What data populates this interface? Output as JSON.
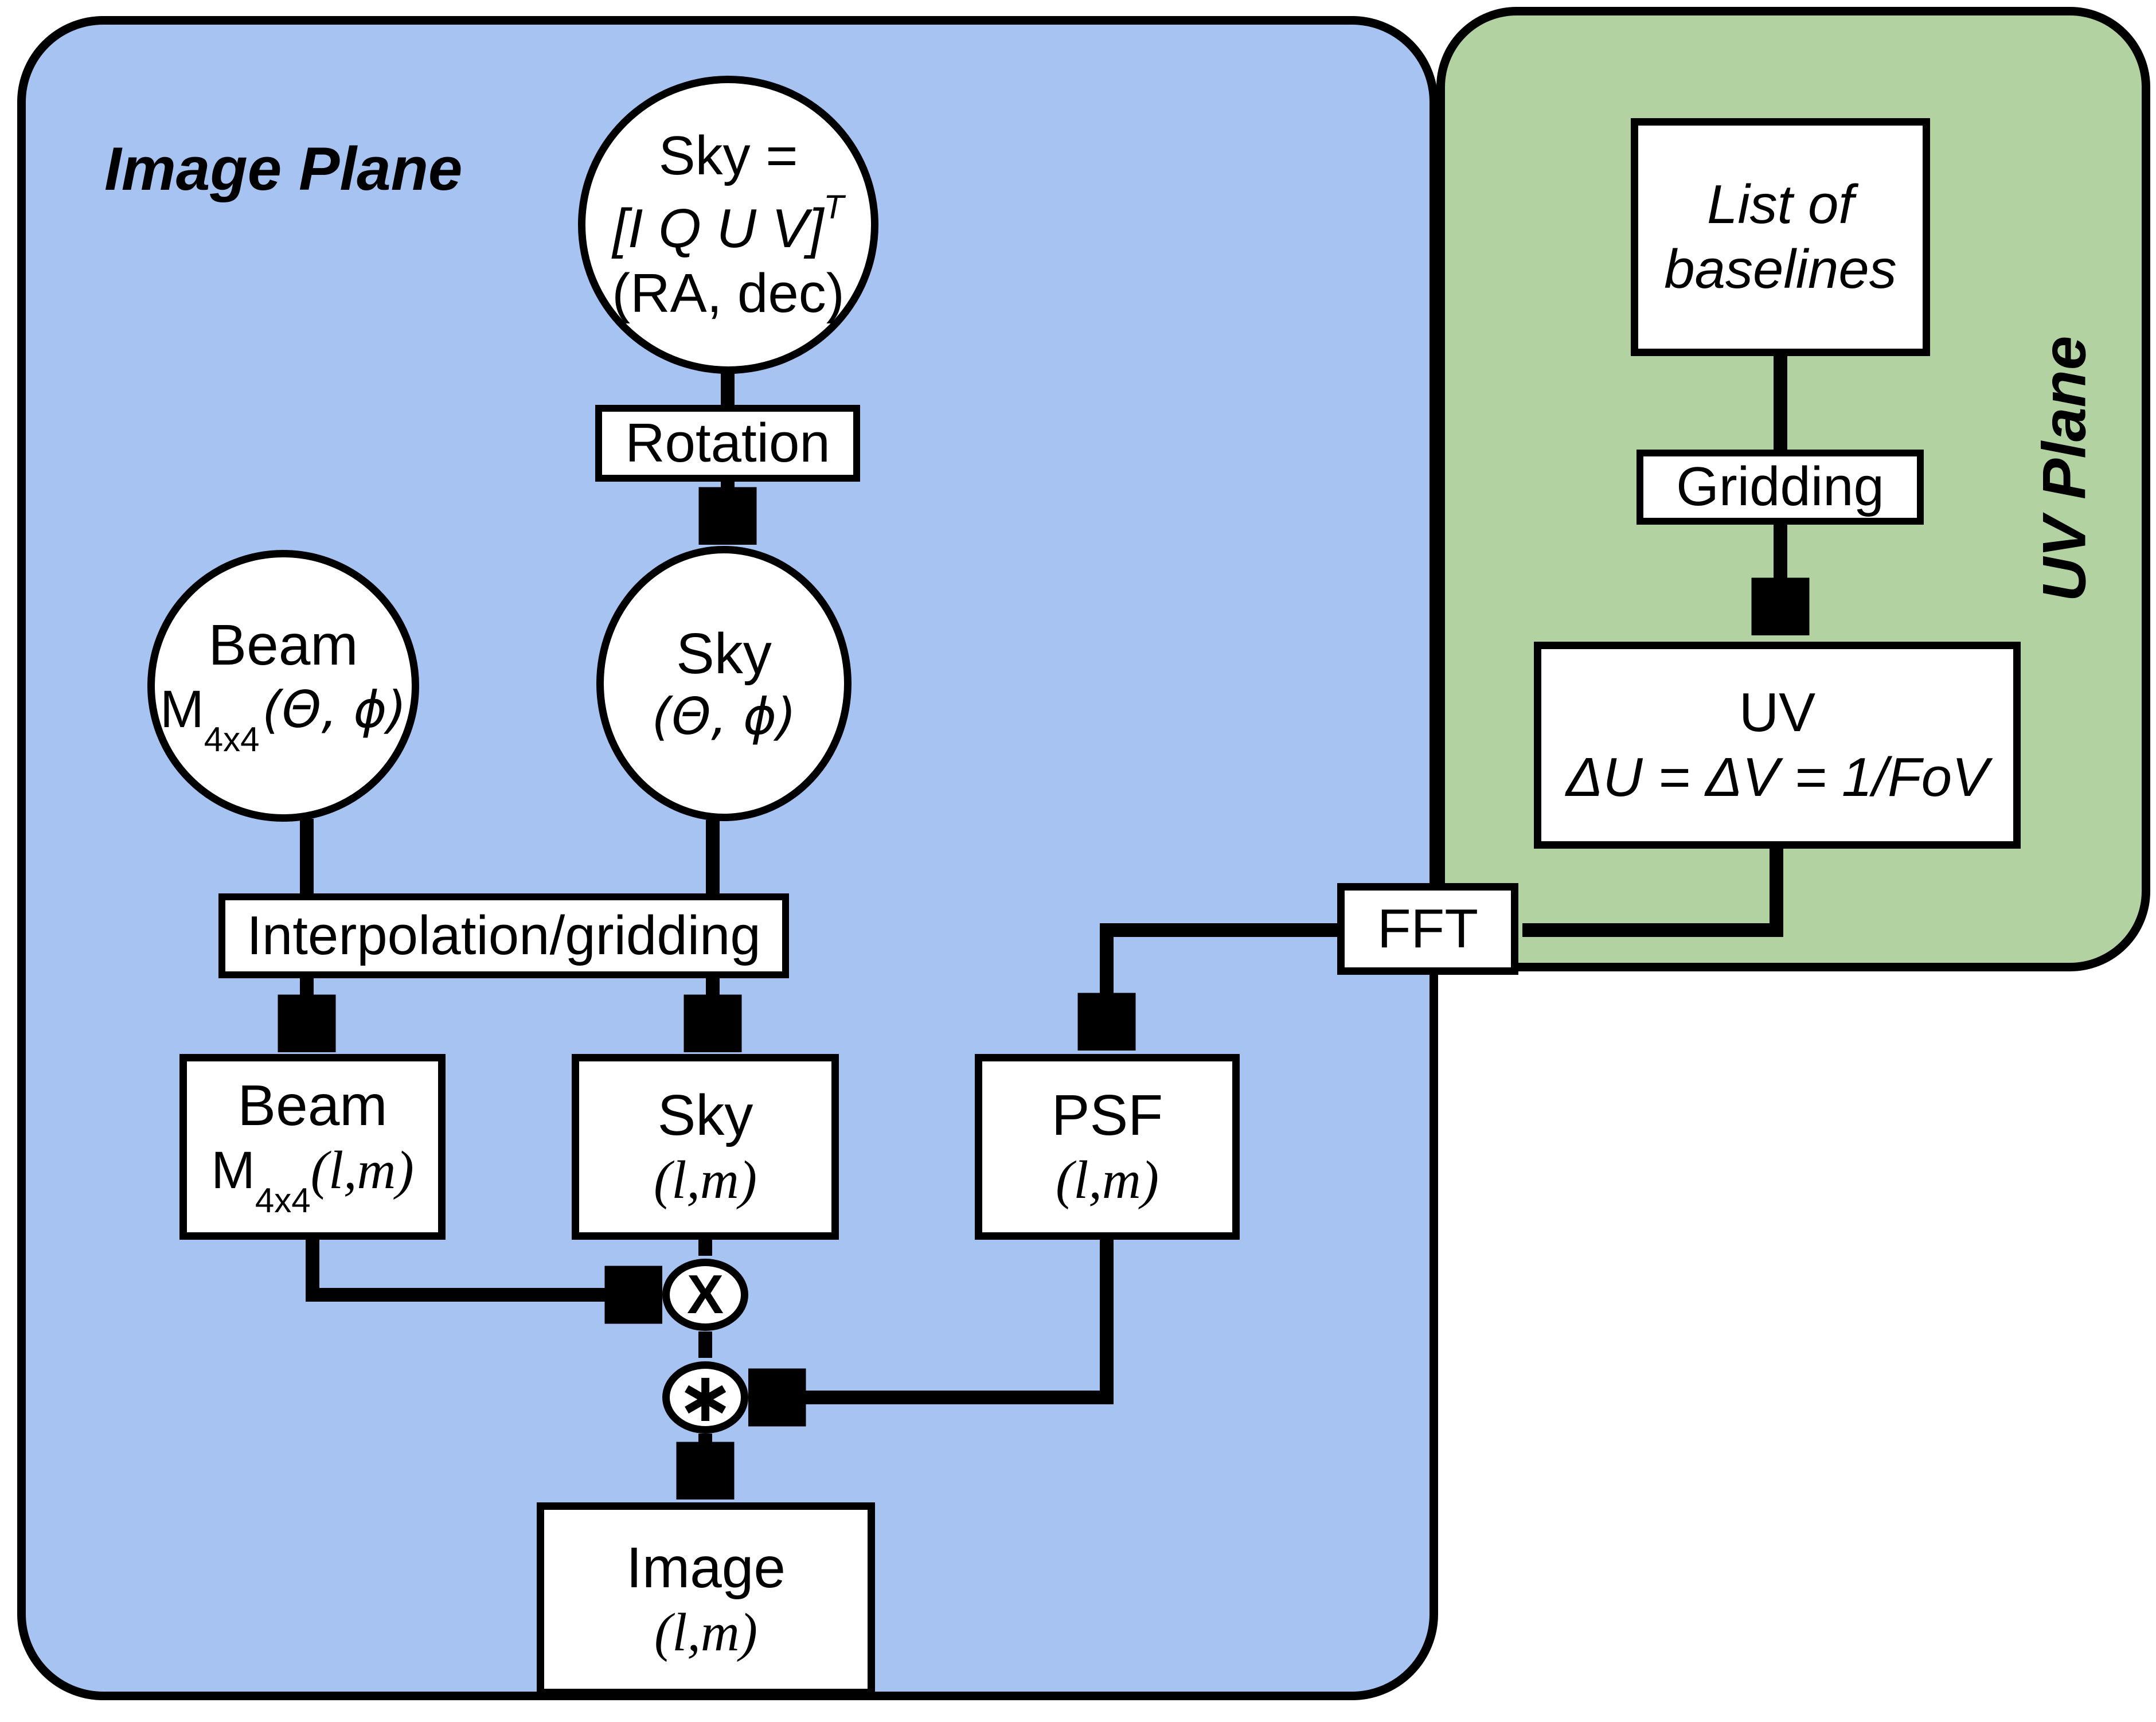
{
  "planes": {
    "image_plane": {
      "label": "Image Plane",
      "fill": "#a6c3f2"
    },
    "uv_plane": {
      "label": "UV Plane",
      "fill": "#b3d2a2"
    }
  },
  "nodes": {
    "sky_celestial": {
      "line1": "Sky =",
      "line2": "[I Q U V]",
      "sup": "T",
      "line3": "(RA, dec)"
    },
    "rotation": {
      "label": "Rotation"
    },
    "beam_circle": {
      "title": "Beam",
      "m": "M",
      "sub": "4x4",
      "args": "(Θ, ϕ)"
    },
    "sky_circle": {
      "title": "Sky",
      "args": "(Θ, ϕ)"
    },
    "interpolation": {
      "label": "Interpolation/gridding"
    },
    "beam_box": {
      "title": "Beam",
      "m": "M",
      "sub": "4x4",
      "args": "(l,m)"
    },
    "sky_box": {
      "title": "Sky",
      "args": "(l,m)"
    },
    "psf_box": {
      "title": "PSF",
      "args": "(l,m)"
    },
    "multiply": {
      "label": "X"
    },
    "convolve": {
      "label": "∗"
    },
    "image_box": {
      "title": "Image",
      "args": "(l,m)"
    },
    "fft": {
      "label": "FFT"
    },
    "baselines": {
      "line1": "List of",
      "line2": "baselines"
    },
    "gridding": {
      "label": "Gridding"
    },
    "uv_box": {
      "title": "UV",
      "formula": "ΔU = ΔV = 1/FoV"
    }
  }
}
